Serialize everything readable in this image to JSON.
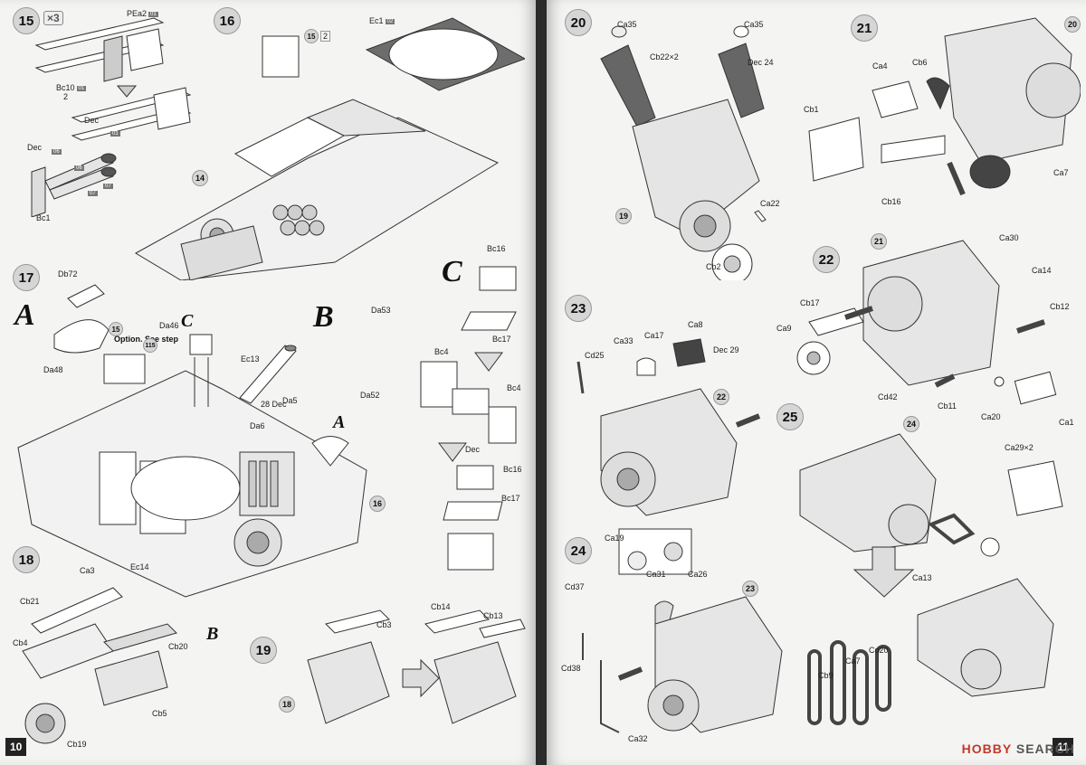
{
  "left_page": {
    "page_number": "10",
    "steps": [
      "15",
      "16",
      "17",
      "18",
      "19"
    ],
    "step15": {
      "multiplier": "3",
      "labels": [
        "PEa2",
        "Bc10",
        "Bc1",
        "2",
        "Dec",
        "Dec"
      ],
      "tags": [
        "01",
        "01",
        "06",
        "06",
        "07",
        "07",
        "01"
      ]
    },
    "step16": {
      "labels": [
        "Ec1",
        "14",
        "15",
        "2"
      ],
      "tags": [
        "02"
      ]
    },
    "step17": {
      "sub_a": "A",
      "sub_b": "B",
      "sub_c": "C",
      "sub_c2": "C",
      "sub_a2": "A",
      "sub_b2": "B",
      "labels": [
        "Db72",
        "Da48",
        "Da46",
        "Option. See step",
        "115",
        "15",
        "Ec13",
        "Da5",
        "Da6",
        "Dec",
        "28",
        "Da53",
        "Da52",
        "Ec14",
        "16"
      ],
      "bc_labels": [
        "Bc16",
        "Bc17",
        "Bc4",
        "Bc4",
        "Bc16",
        "Bc17",
        "Dec"
      ]
    },
    "step18": {
      "labels": [
        "Ca3",
        "Cb21",
        "Cb4",
        "Cb20",
        "Cb5",
        "Cb19"
      ]
    },
    "step19": {
      "labels": [
        "Cb3",
        "Cb14",
        "Cb13",
        "18"
      ]
    }
  },
  "right_page": {
    "page_number": "11",
    "steps": [
      "20",
      "21",
      "22",
      "23",
      "24",
      "25"
    ],
    "step20": {
      "labels": [
        "Ca35",
        "Ca35",
        "Cb22",
        "2",
        "Dec",
        "24",
        "Ca22",
        "Cb2",
        "19"
      ]
    },
    "step21": {
      "labels": [
        "Ca4",
        "Cb6",
        "Cb1",
        "Ca7",
        "Cb16",
        "20"
      ]
    },
    "step22": {
      "labels": [
        "Ca30",
        "Ca14",
        "Cb17",
        "Cb12",
        "Ca9",
        "Cd42",
        "Cb11",
        "Ca20",
        "Ca1",
        "21"
      ]
    },
    "step23": {
      "labels": [
        "Ca8",
        "Cd25",
        "Ca33",
        "Ca17",
        "Dec",
        "29",
        "22"
      ]
    },
    "step24": {
      "labels": [
        "Ca19",
        "Ca31",
        "Ca26",
        "Cd37",
        "Cd38",
        "Ca32",
        "23"
      ]
    },
    "step25": {
      "labels": [
        "Ca29",
        "2",
        "Ca13",
        "Cd20",
        "Ca7",
        "Cb9",
        "24"
      ]
    },
    "watermark": {
      "brand": "HOBBY",
      "rest": "SEARCH"
    }
  }
}
